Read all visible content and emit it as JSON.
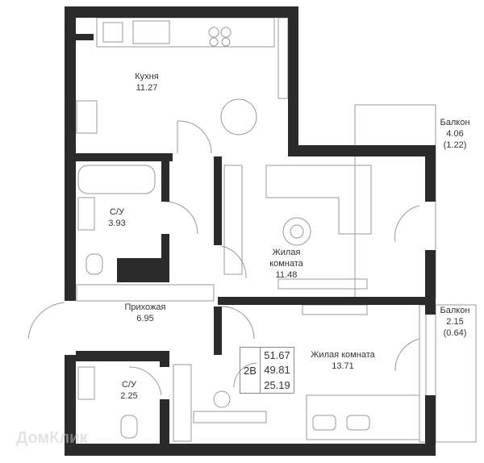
{
  "rooms": {
    "kitchen": {
      "name": "Кухня",
      "area": "11.27"
    },
    "balcony1": {
      "name": "Балкон",
      "area": "4.06",
      "coef": "(1.22)"
    },
    "bath1": {
      "name": "С/У",
      "area": "3.93"
    },
    "living": {
      "name": "Жилая комната",
      "name_l1": "Жилая",
      "name_l2": "комната",
      "area": "11.48"
    },
    "hall": {
      "name": "Прихожая",
      "area": "6.95"
    },
    "balcony2": {
      "name": "Балкон",
      "area": "2.15",
      "coef": "(0.64)"
    },
    "bath2": {
      "name": "С/У",
      "area": "2.25"
    },
    "bedroom": {
      "name": "Жилая комната",
      "area": "13.71"
    }
  },
  "info": {
    "type": "2В",
    "total": "51.67",
    "living_total": "49.81",
    "rooms_total": "25.19"
  },
  "watermark": "ДомКлик",
  "colors": {
    "wall": "#2b2b2b",
    "line": "#888888"
  }
}
